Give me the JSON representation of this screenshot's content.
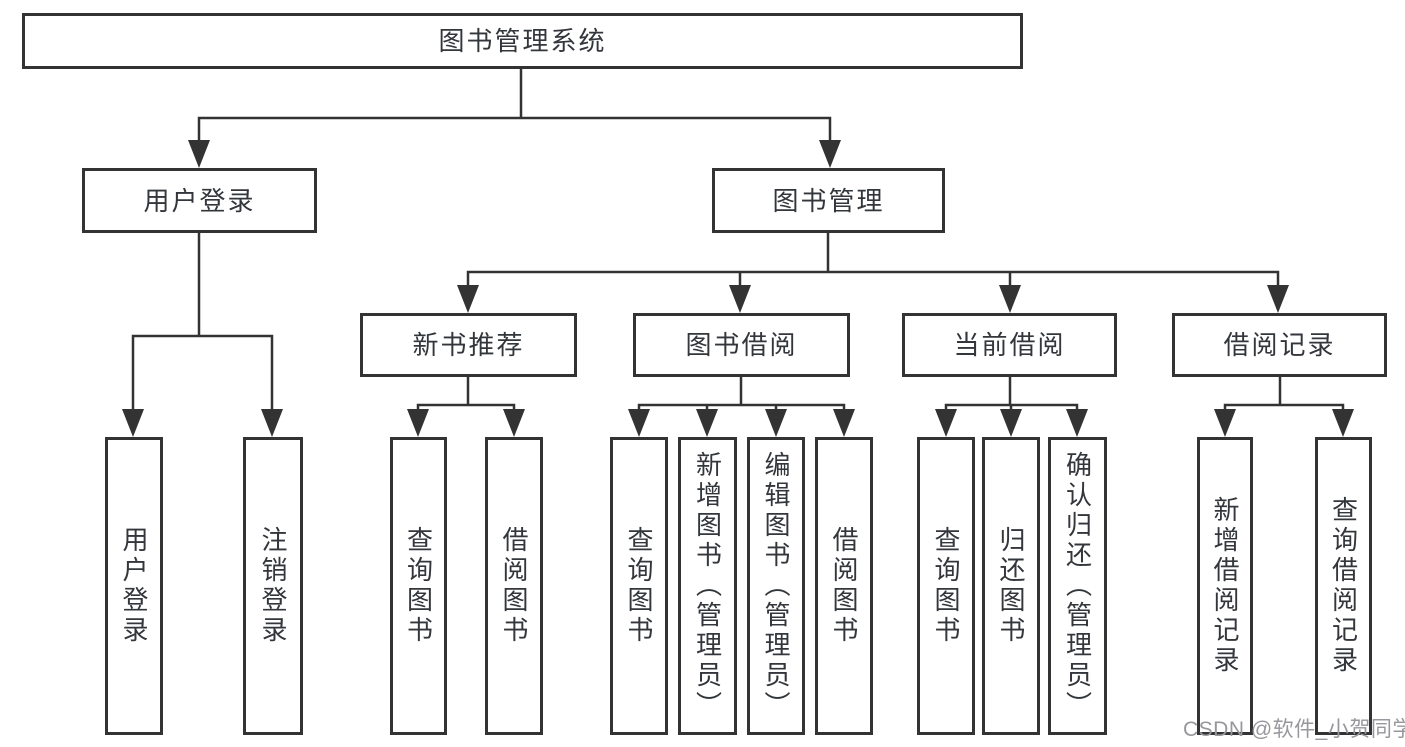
{
  "diagram": {
    "root": {
      "label": "图书管理系统",
      "children": [
        {
          "label": "用户登录",
          "children": [
            {
              "label": "用户登录"
            },
            {
              "label": "注销登录"
            }
          ]
        },
        {
          "label": "图书管理",
          "children": [
            {
              "label": "新书推荐",
              "children": [
                {
                  "label": "查询图书"
                },
                {
                  "label": "借阅图书"
                }
              ]
            },
            {
              "label": "图书借阅",
              "children": [
                {
                  "label": "查询图书"
                },
                {
                  "label": "新增图书（管理员）"
                },
                {
                  "label": "编辑图书（管理员）"
                },
                {
                  "label": "借阅图书"
                }
              ]
            },
            {
              "label": "当前借阅",
              "children": [
                {
                  "label": "查询图书"
                },
                {
                  "label": "归还图书"
                },
                {
                  "label": "确认归还（管理员）"
                }
              ]
            },
            {
              "label": "借阅记录",
              "children": [
                {
                  "label": "新增借阅记录"
                },
                {
                  "label": "查询借阅记录"
                }
              ]
            }
          ]
        }
      ]
    }
  },
  "watermark": "CSDN @软件_小贺同学",
  "colors": {
    "line": "#333333",
    "text": "#33363b",
    "watermark": "#97979d",
    "background": "#ffffff"
  }
}
